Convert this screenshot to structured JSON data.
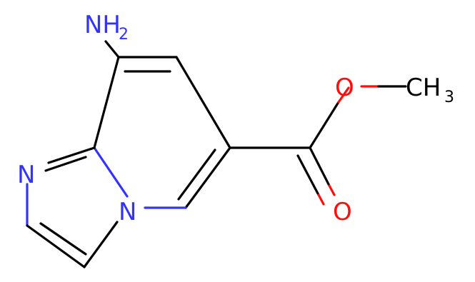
{
  "molecule": {
    "colors": {
      "carbon_bond": "#000000",
      "nitrogen": "#3333ff",
      "oxygen": "#ff0d0d",
      "carbon_label": "#000000"
    },
    "labels": {
      "amine_main": "NH",
      "amine_sub": "2",
      "imidazole_n": "N",
      "bridgehead_n": "N",
      "ester_o": "O",
      "carbonyl_o": "O",
      "methyl_main": "CH",
      "methyl_sub": "3"
    }
  }
}
